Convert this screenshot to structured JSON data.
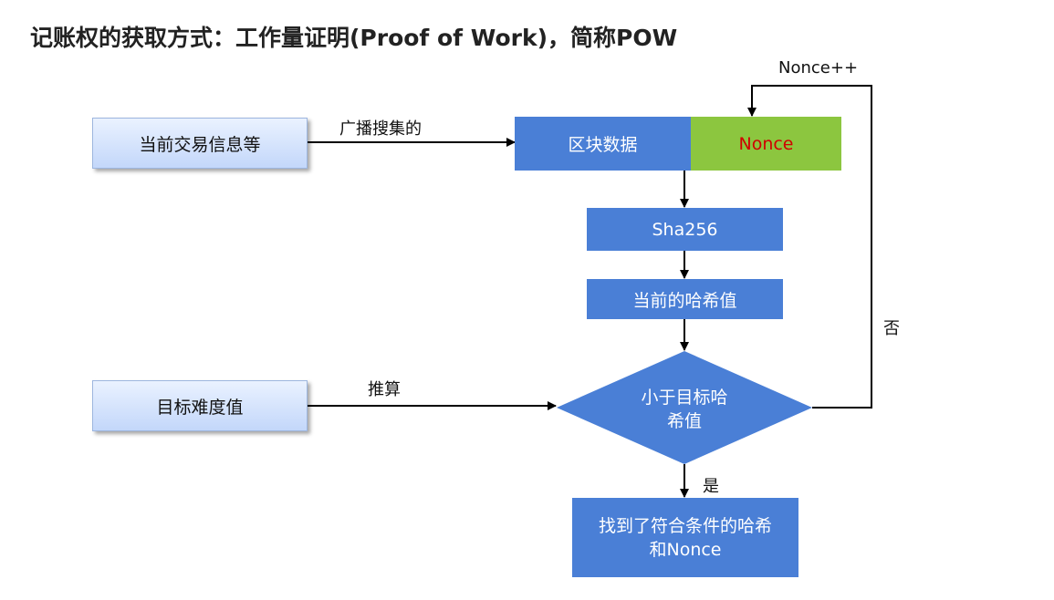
{
  "title": "记账权的获取方式：工作量证明(Proof of Work)，简称POW",
  "nodes": {
    "tx_info": "当前交易信息等",
    "target_difficulty": "目标难度值",
    "block_data": "区块数据",
    "nonce": "Nonce",
    "sha256": "Sha256",
    "current_hash": "当前的哈希值",
    "compare_line1": "小于目标哈",
    "compare_line2": "希值",
    "result_line1": "找到了符合条件的哈希",
    "result_line2": "和Nonce"
  },
  "edge_labels": {
    "broadcast": "广播搜集的",
    "derive": "推算",
    "nonce_increment": "Nonce++",
    "no": "否",
    "yes": "是"
  },
  "colors": {
    "process_blue": "#4a7fd6",
    "nonce_green": "#8cc63f",
    "nonce_text_red": "#d10000",
    "input_box_light": "#c3d7fa"
  }
}
